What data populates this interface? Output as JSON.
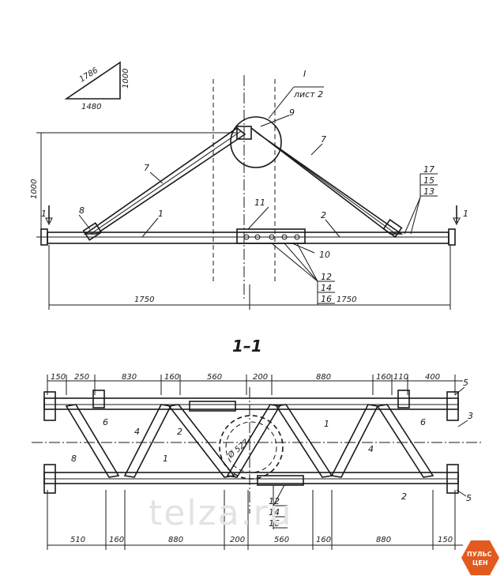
{
  "drawing": {
    "triangle": {
      "hyp": "1786",
      "vert": "1000",
      "base": "1480"
    },
    "node_label": {
      "roman": "I",
      "sheet": "лист 2"
    },
    "top_view": {
      "height_dim": "1000",
      "half_left": "1750",
      "half_right": "1750",
      "positions": {
        "p1a": "1",
        "p2a": "2",
        "p7a": "7",
        "p7b": "7",
        "p8": "8",
        "p9": "9",
        "p11": "11",
        "p10": "10",
        "p17": "17",
        "p15": "15",
        "p13": "13",
        "p12": "12",
        "p14": "14",
        "p16": "16"
      },
      "cut_left": "1",
      "cut_right": "1"
    },
    "section_title": "1–1",
    "section_view": {
      "top_dims": [
        "150",
        "250",
        "830",
        "160",
        "560",
        "200",
        "880",
        "160",
        "110",
        "400"
      ],
      "bottom_dims": [
        "510",
        "160",
        "880",
        "200",
        "560",
        "160",
        "880",
        "150"
      ],
      "circle_dim": "Ø 527",
      "positions": {
        "p5a": "5",
        "p5b": "5",
        "p3": "3",
        "p6a": "6",
        "p6b": "6",
        "p4a": "4",
        "p4b": "4",
        "p2a": "2",
        "p2b": "2",
        "p1a": "1",
        "p1b": "1",
        "p8": "8",
        "p12": "12",
        "p14": "14",
        "p16": "16"
      }
    }
  },
  "watermark": "telza.ru",
  "logo": {
    "line1": "ПУЛЬС",
    "line2": "ЦЕН"
  }
}
